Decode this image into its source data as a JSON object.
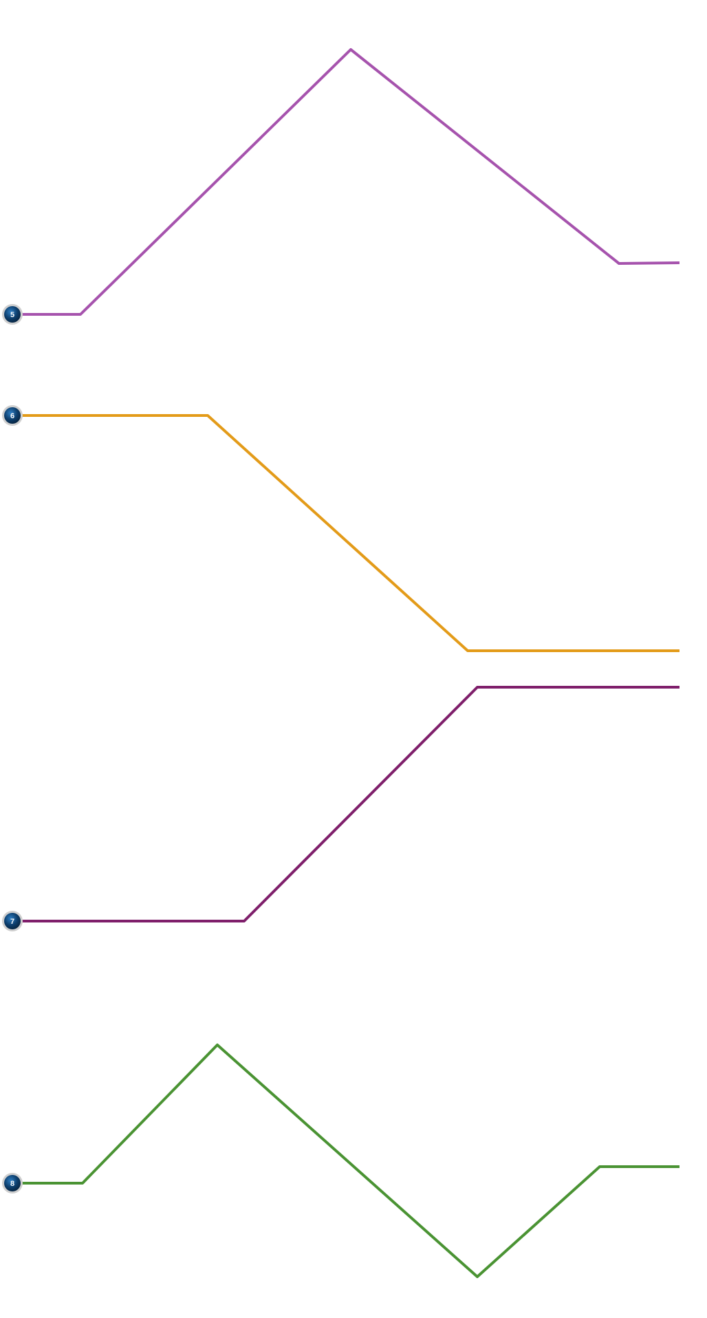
{
  "lines": [
    {
      "id": "line-5",
      "label": "5",
      "color": "#a653ad",
      "badge_fill": "#0d3f6e"
    },
    {
      "id": "line-6",
      "label": "6",
      "color": "#e39b19",
      "badge_fill": "#0d3f6e"
    },
    {
      "id": "line-7",
      "label": "7",
      "color": "#7f1f6b",
      "badge_fill": "#0d3f6e"
    },
    {
      "id": "line-8",
      "label": "8",
      "color": "#4a9333",
      "badge_fill": "#0d3f6e"
    }
  ]
}
